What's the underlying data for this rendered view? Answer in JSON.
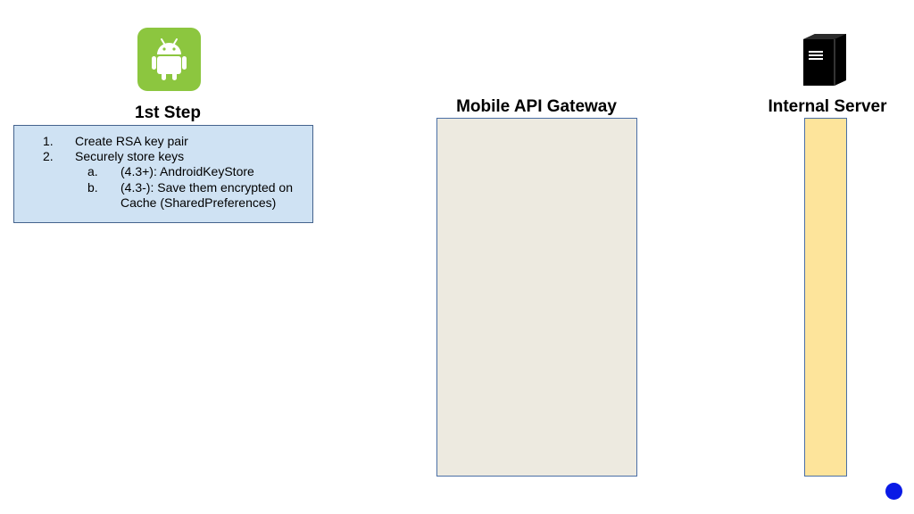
{
  "step": {
    "title": "1st Step",
    "items": [
      {
        "marker": "1.",
        "text": "Create RSA key pair"
      },
      {
        "marker": "2.",
        "text": "Securely store keys"
      }
    ],
    "subitems": [
      {
        "marker": "a.",
        "text": "(4.3+): AndroidKeyStore"
      },
      {
        "marker": "b.",
        "text": "(4.3-):  Save them encrypted on",
        "continuation": "Cache (SharedPreferences)"
      }
    ]
  },
  "gateway": {
    "title": "Mobile API Gateway"
  },
  "server": {
    "title": "Internal Server"
  },
  "icons": {
    "client": "android-icon",
    "server": "server-icon",
    "nav": "nav-dot"
  },
  "colors": {
    "android_bg": "#8cc63f",
    "step_box": "#cfe2f3",
    "gateway_lane": "#edeae0",
    "server_lane": "#fde49b",
    "lane_border": "#4a6fa5",
    "nav_dot": "#0a1ae6"
  }
}
